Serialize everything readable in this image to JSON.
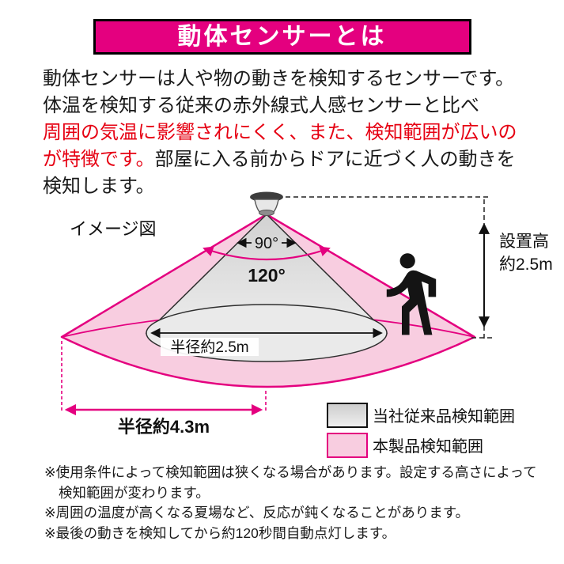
{
  "colors": {
    "magenta": "#e4007f",
    "pink_fill": "#f8cde0",
    "gray_fill": "#d9d9d9",
    "red_text": "#e60012",
    "ink": "#111111"
  },
  "title": "動体センサーとは",
  "intro": {
    "l1": "動体センサーは人や物の動きを検知するセンサーです。",
    "l2": "体温を検知する従来の赤外線式人感センサーと比べ",
    "l3": "周囲の気温に影響されにくく、また、検知範囲が広いの",
    "l4a": "が特徴です。",
    "l4b": "部屋に入る前からドアに近づく人の動きを",
    "l5": "検知します。"
  },
  "diagram": {
    "caption": "イメージ図",
    "angle_conventional": "90°",
    "angle_product": "120°",
    "radius_conventional": "半径約2.5m",
    "radius_product": "半径約4.3m",
    "height_line1": "設置高",
    "height_line2": "約2.5m"
  },
  "legend": {
    "conventional": "当社従来品検知範囲",
    "product": "本製品検知範囲"
  },
  "notes": {
    "n1_line1": "※使用条件によって検知範囲は狭くなる場合があります。設定する高さによって",
    "n1_line2": "検知範囲が変わります。",
    "n2": "※周囲の温度が高くなる夏場など、反応が鈍くなることがあります。",
    "n3": "※最後の動きを検知してから約120秒間自動点灯します。"
  }
}
